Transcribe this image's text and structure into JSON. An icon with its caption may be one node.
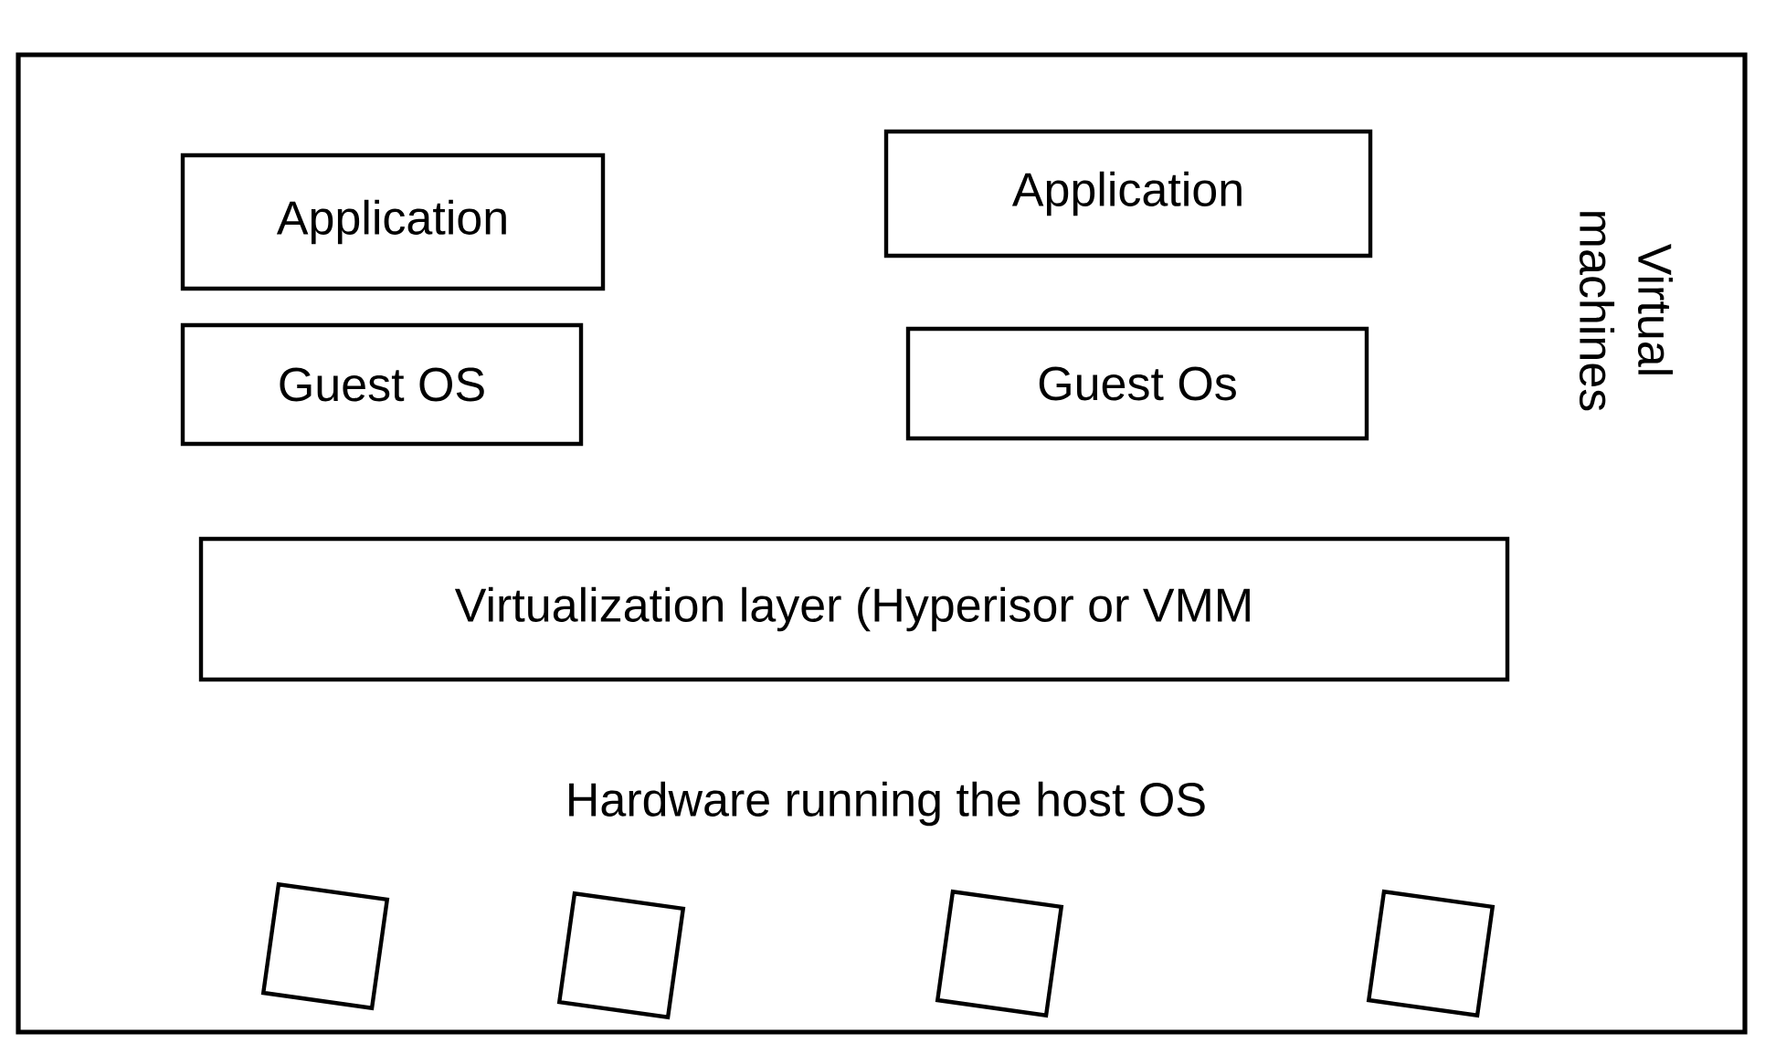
{
  "diagram": {
    "nodes": [
      {
        "text": [],
        "shape": "box"
      },
      {
        "text": [
          "Application"
        ],
        "in": 0
      },
      {
        "text": [
          "Application"
        ],
        "in": 0
      },
      {
        "text": [
          "Guest OS"
        ],
        "in": 0
      },
      {
        "text": [
          "Guest Os"
        ],
        "in": 0
      },
      {
        "text": [
          "Virtualization layer (Hyperisor or VMM"
        ],
        "in": 0
      },
      {
        "text": [],
        "shape": "box",
        "in": 0
      },
      {
        "text": [],
        "shape": "box",
        "in": 0
      },
      {
        "text": [],
        "shape": "box",
        "in": 0
      },
      {
        "text": [],
        "shape": "box",
        "in": 0
      }
    ],
    "labels": [
      "Hardware running the host OS",
      "Virtual machines"
    ]
  }
}
